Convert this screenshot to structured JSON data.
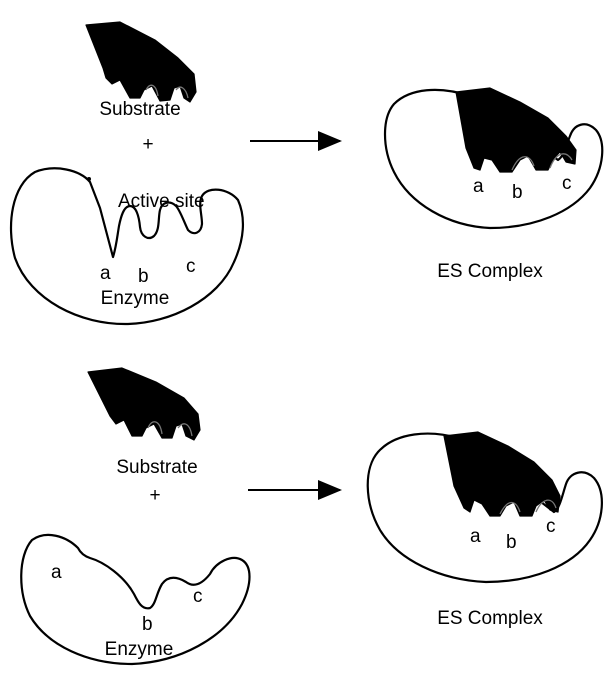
{
  "panel_top": {
    "substrate_label": "Substrate",
    "plus": "+",
    "active_site_label": "Active site",
    "site_a": "a",
    "site_b": "b",
    "site_c": "c",
    "enzyme_label": "Enzyme",
    "product": {
      "site_a": "a",
      "site_b": "b",
      "site_c": "c",
      "complex_label": "ES Complex"
    }
  },
  "panel_bottom": {
    "substrate_label": "Substrate",
    "plus": "+",
    "site_a": "a",
    "site_b": "b",
    "site_c": "c",
    "enzyme_label": "Enzyme",
    "product": {
      "site_a": "a",
      "site_b": "b",
      "site_c": "c",
      "complex_label": "ES Complex"
    }
  },
  "colors": {
    "ink": "#000000",
    "background": "#ffffff"
  }
}
